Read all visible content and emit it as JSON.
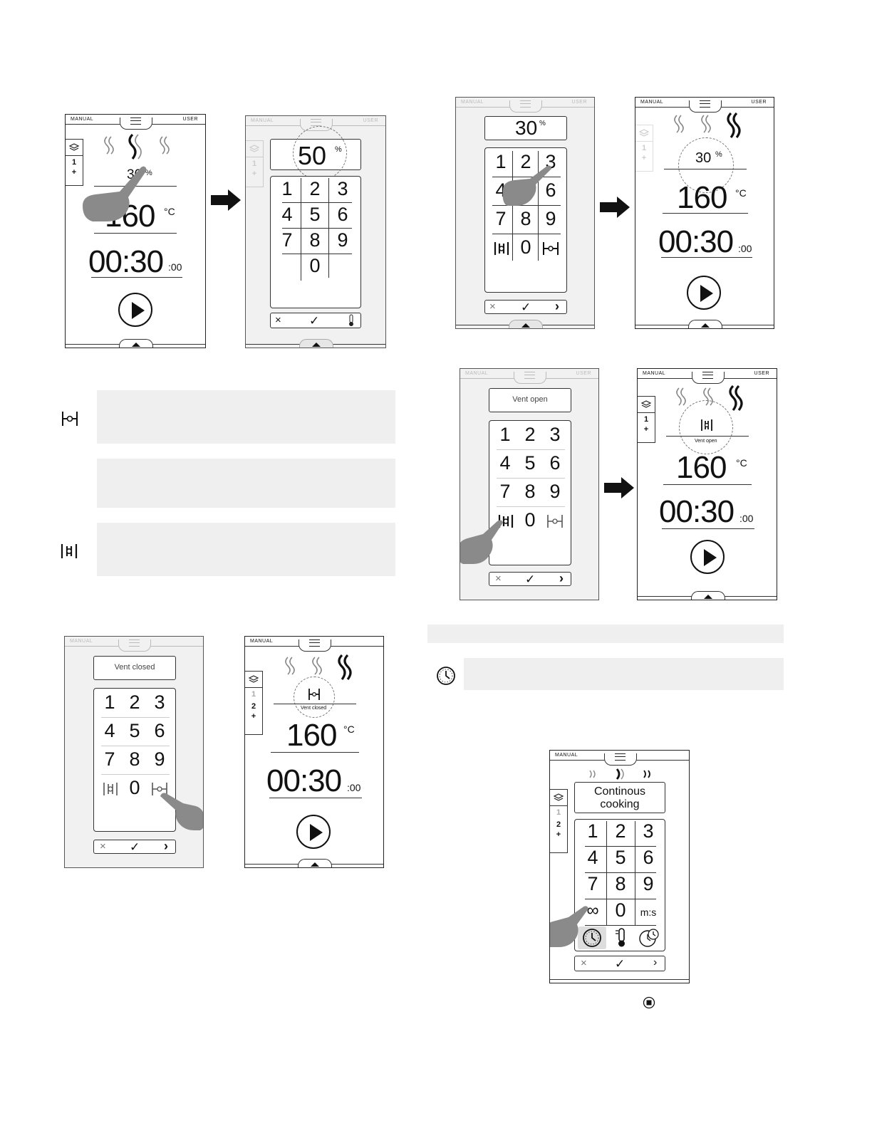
{
  "screens": {
    "s1": {
      "mode": "MANUAL",
      "user": "USER",
      "humidity": "30",
      "humidity_unit": "%",
      "temp": "160",
      "temp_unit": "°C",
      "time": "00:30",
      "time_sec": ":00",
      "side_top": "1",
      "side_plus": "+"
    },
    "s2": {
      "mode": "MANUAL",
      "user": "USER",
      "field_value": "50",
      "field_unit": "%",
      "side_top": "1",
      "side_plus": "+",
      "keys": [
        "1",
        "2",
        "3",
        "4",
        "5",
        "6",
        "7",
        "8",
        "9",
        "0"
      ],
      "actions": {
        "cancel": "×",
        "confirm": "✓"
      }
    },
    "s3": {
      "mode": "MANUAL",
      "user": "USER",
      "field_value": "30",
      "field_unit": "%",
      "keys": [
        "1",
        "2",
        "3",
        "4",
        "5",
        "6",
        "7",
        "8",
        "9",
        "0"
      ],
      "actions": {
        "cancel": "×",
        "confirm": "✓",
        "next": "›"
      }
    },
    "s4": {
      "mode": "MANUAL",
      "user": "USER",
      "humidity": "30",
      "humidity_unit": "%",
      "temp": "160",
      "temp_unit": "°C",
      "time": "00:30",
      "time_sec": ":00",
      "side_top": "1",
      "side_plus": "+"
    },
    "s5": {
      "mode": "MANUAL",
      "user": "USER",
      "field_value": "Vent open",
      "keys": [
        "1",
        "2",
        "3",
        "4",
        "5",
        "6",
        "7",
        "8",
        "9",
        "0"
      ],
      "actions": {
        "cancel": "×",
        "confirm": "✓",
        "next": "›"
      }
    },
    "s6": {
      "mode": "MANUAL",
      "user": "USER",
      "vent_label": "Vent open",
      "temp": "160",
      "temp_unit": "°C",
      "time": "00:30",
      "time_sec": ":00",
      "side_top": "1",
      "side_plus": "+"
    },
    "s7": {
      "mode": "MANUAL",
      "field_value": "Vent closed",
      "keys": [
        "1",
        "2",
        "3",
        "4",
        "5",
        "6",
        "7",
        "8",
        "9",
        "0"
      ],
      "actions": {
        "cancel": "×",
        "confirm": "✓",
        "next": "›"
      }
    },
    "s8": {
      "mode": "MANUAL",
      "vent_label": "Vent closed",
      "temp": "160",
      "temp_unit": "°C",
      "time": "00:30",
      "time_sec": ":00",
      "side_top": "1",
      "side_mid": "2",
      "side_plus": "+"
    },
    "s9": {
      "mode": "MANUAL",
      "field_line1": "Continous",
      "field_line2": "cooking",
      "side_top": "1",
      "side_mid": "2",
      "side_plus": "+",
      "keys": [
        "1",
        "2",
        "3",
        "4",
        "5",
        "6",
        "7",
        "8",
        "9",
        "0"
      ],
      "inf": "∞",
      "ms": "m:s",
      "actions": {
        "cancel": "×",
        "confirm": "✓",
        "next": "›"
      }
    }
  },
  "icons": [
    "vent-closed-icon",
    "vent-open-icon",
    "clock-icon",
    "stop-icon",
    "steam-icon",
    "hand-pointer-icon",
    "arrow-right-icon",
    "play-icon",
    "thermometer-icon",
    "layers-icon"
  ]
}
